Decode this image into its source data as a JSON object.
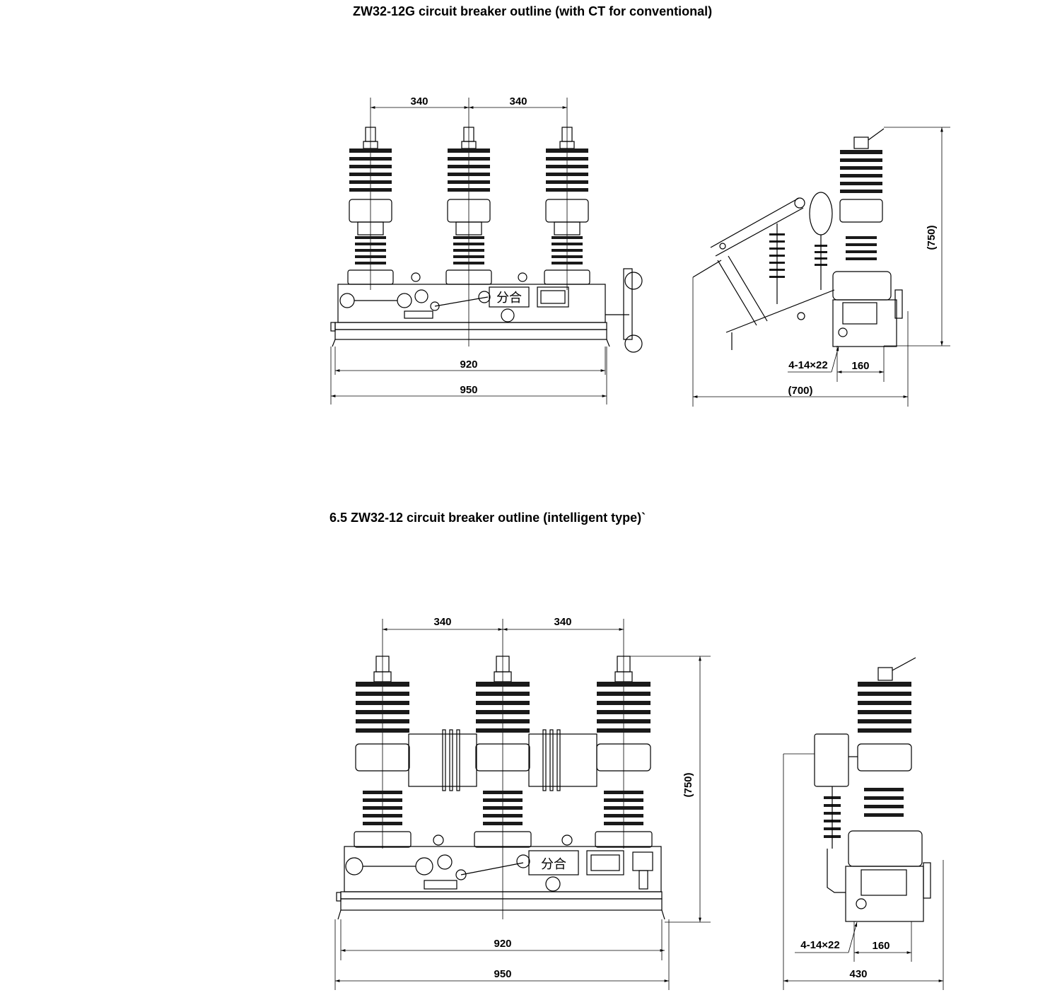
{
  "headings": {
    "top": "ZW32-12G circuit breaker outline (with CT for conventional)",
    "bottom": "6.5 ZW32-12 circuit breaker outline (intelligent type)`"
  },
  "panel_label": "分合",
  "top_front": {
    "pitch_left": "340",
    "pitch_right": "340",
    "width_inner": "920",
    "width_outer": "950"
  },
  "top_side": {
    "height": "(750)",
    "depth": "(700)",
    "holes": "4-14×22",
    "mount": "160"
  },
  "bottom_front": {
    "pitch_left": "340",
    "pitch_right": "340",
    "width_inner": "920",
    "width_outer": "950",
    "height": "(750)"
  },
  "bottom_side": {
    "depth": "430",
    "holes": "4-14×22",
    "mount": "160"
  }
}
